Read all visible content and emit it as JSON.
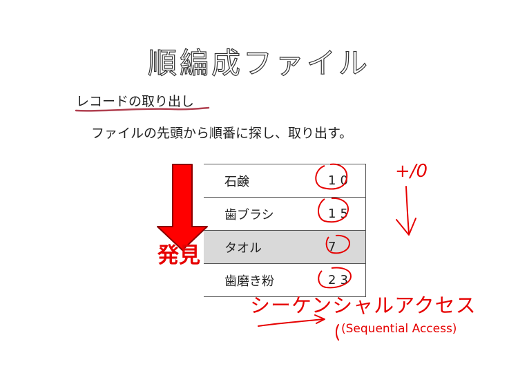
{
  "slide": {
    "title": "順編成ファイル",
    "subheading": "レコードの取り出し",
    "description": "ファイルの先頭から順番に探し、取り出す。"
  },
  "table": {
    "rows": [
      {
        "name": "石鹸",
        "qty": "10"
      },
      {
        "name": "歯ブラシ",
        "qty": "15"
      },
      {
        "name": "タオル",
        "qty": "7",
        "highlight": true
      },
      {
        "name": "歯磨き粉",
        "qty": "23"
      }
    ]
  },
  "arrow_label": "発見",
  "annotations": {
    "sequential_ja": "シーケンシャルアクセス",
    "sequential_en": "(Sequential Access)",
    "io_note": "+/0"
  },
  "colors": {
    "accent": "#e60000",
    "highlight_row": "#d9d9d9",
    "underline": "#b04050"
  }
}
